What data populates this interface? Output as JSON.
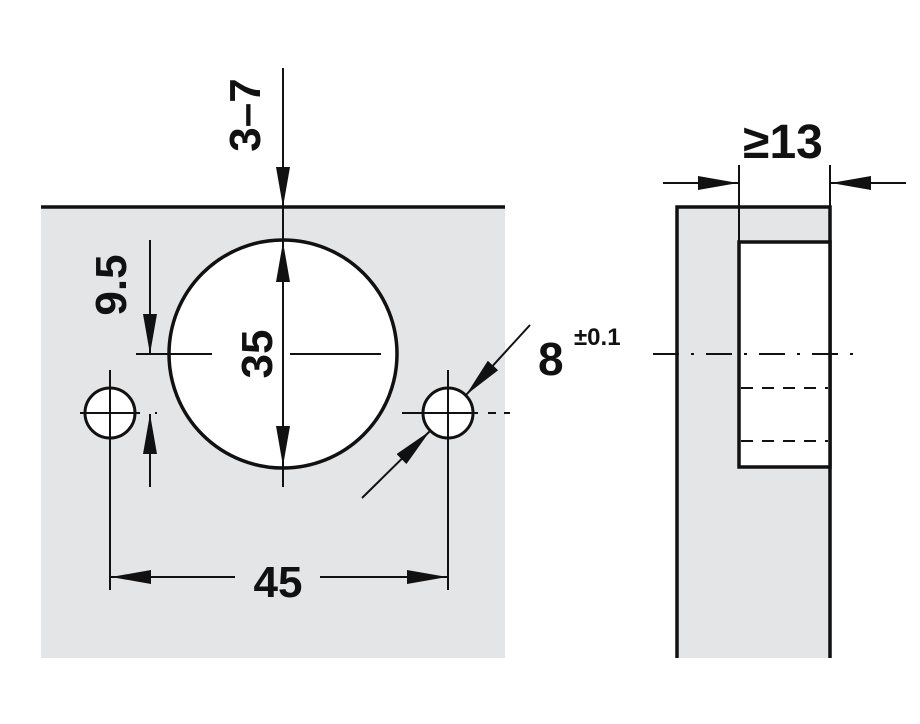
{
  "front_view": {
    "edge_distance_label": "3–7",
    "hole_offset_label": "9.5",
    "cup_diameter_label": "35",
    "screw_spacing_label": "45",
    "pilot_hole_diameter_label": "8",
    "pilot_hole_tolerance_label": "±0.1"
  },
  "side_view": {
    "min_thickness_label": "≥13"
  },
  "colors": {
    "panel": "#e4e5e7",
    "line": "#111111"
  }
}
